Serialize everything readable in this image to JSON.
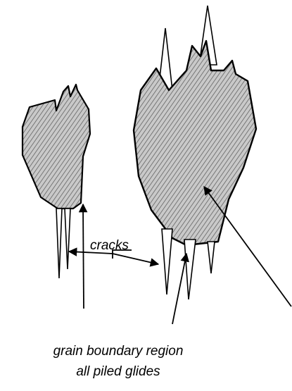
{
  "labels": {
    "cracks": "cracks",
    "region_line1": "grain boundary region",
    "region_line2": "all piled glides"
  }
}
